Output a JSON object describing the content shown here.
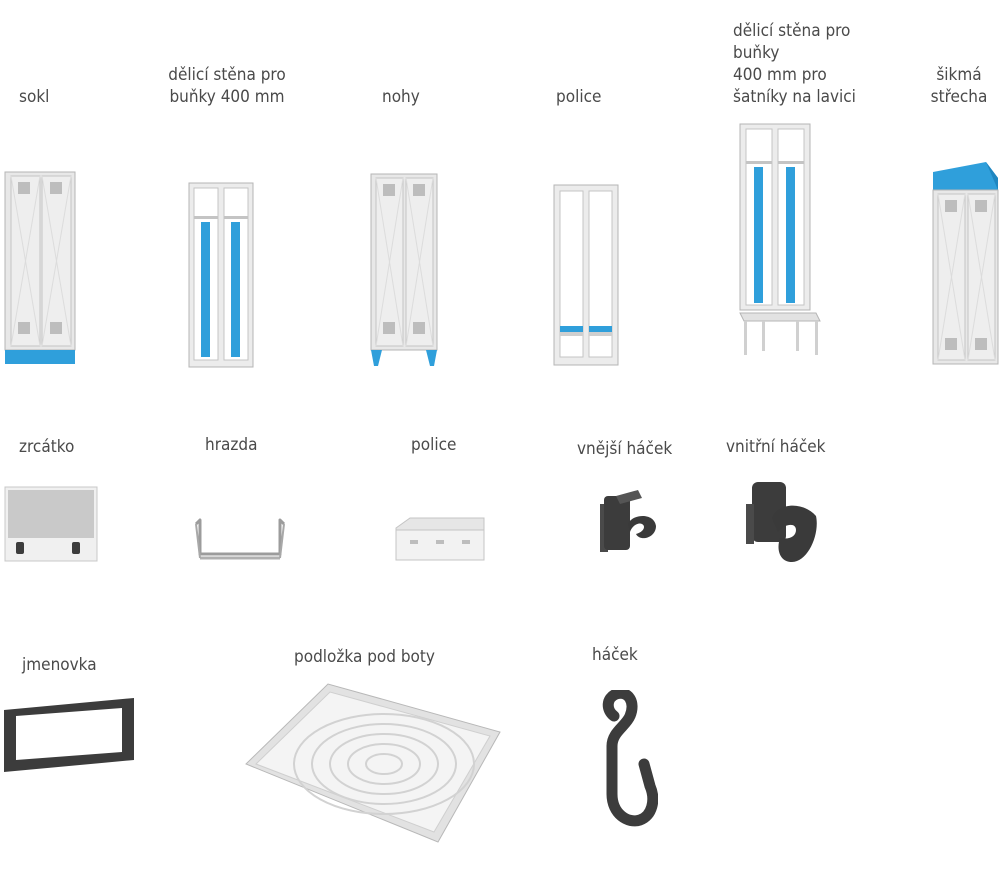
{
  "accessories": {
    "row1": {
      "sokl": "sokl",
      "delici_stena_400": "dělicí stěna pro\nbuňky 400 mm",
      "nohy": "nohy",
      "police": "police",
      "delici_stena_lavice": "dělicí stěna pro\nbuňky\n400 mm pro\nšatníky na lavici",
      "sikma_strecha": "šikmá\nstřecha"
    },
    "row2": {
      "zrcatko": "zrcátko",
      "hrazda": "hrazda",
      "police": "police",
      "vnejsi_hacek": "vnější háček",
      "vnitrni_hacek": "vnitřní háček"
    },
    "row3": {
      "jmenovka": "jmenovka",
      "podlozka": "podložka pod boty",
      "hacek": "háček"
    }
  },
  "colors": {
    "cabinet": "#e8e8e8",
    "outline": "#b5b5b5",
    "accent_blue": "#2f9fdb",
    "dark_gray": "#3c3c3c",
    "label": "#4a4a4a"
  }
}
